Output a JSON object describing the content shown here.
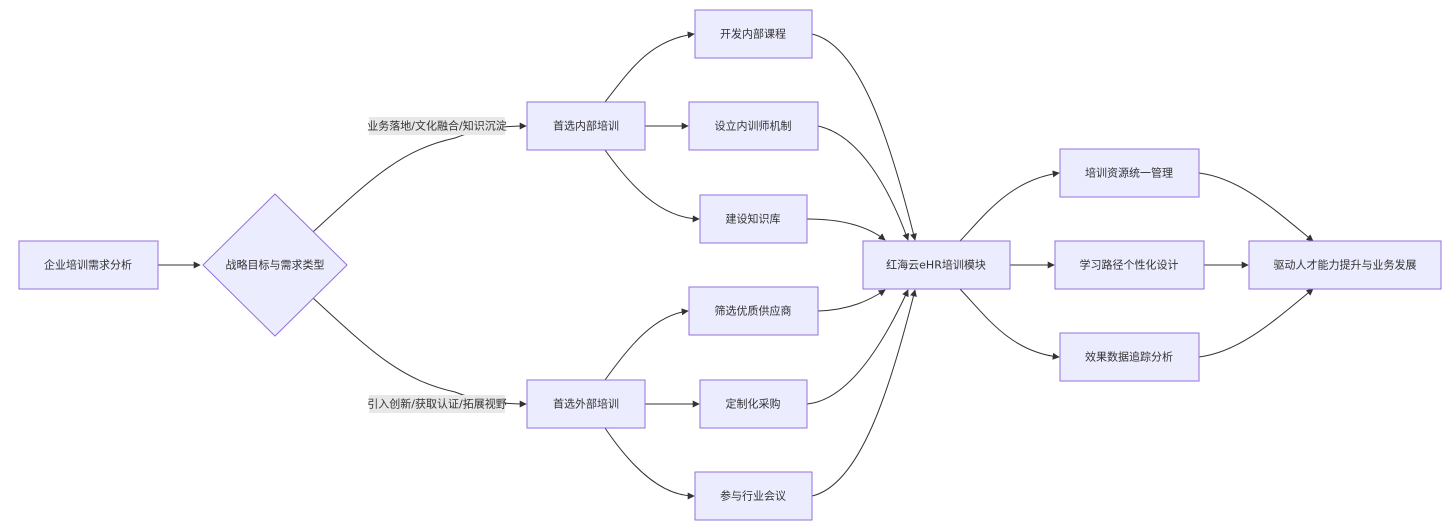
{
  "diagram": {
    "nodes": {
      "n1": "企业培训需求分析",
      "n2": "战略目标与需求类型",
      "n3": "首选内部培训",
      "n4": "首选外部培训",
      "n5": "开发内部课程",
      "n6": "设立内训师机制",
      "n7": "建设知识库",
      "n8": "筛选优质供应商",
      "n9": "定制化采购",
      "n10": "参与行业会议",
      "n11": "红海云eHR培训模块",
      "n12": "培训资源统一管理",
      "n13": "学习路径个性化设计",
      "n14": "效果数据追踪分析",
      "n15": "驱动人才能力提升与业务发展"
    },
    "edge_labels": {
      "internal": "业务落地/文化融合/知识沉淀",
      "external": "引入创新/获取认证/拓展视野"
    },
    "colors": {
      "node_fill": "#ececff",
      "node_stroke": "#9370db",
      "edge": "#333333",
      "label_bg": "#e8e8e8"
    }
  }
}
